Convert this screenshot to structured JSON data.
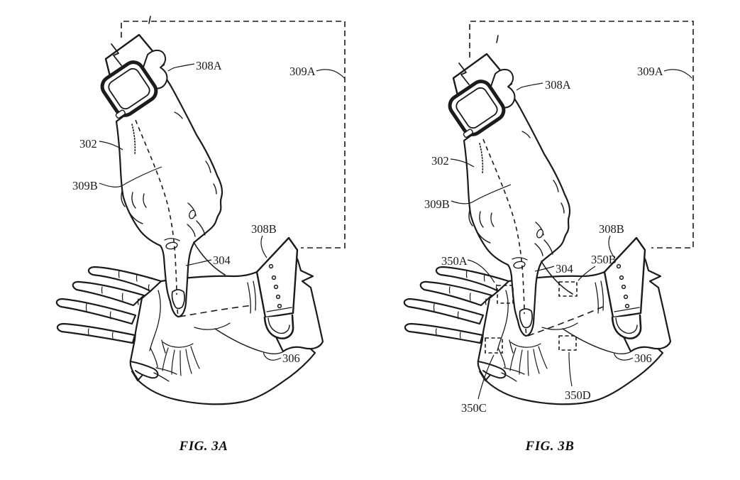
{
  "page": {
    "background": "#ffffff",
    "ink_color": "#1b1b1b"
  },
  "figures": [
    {
      "caption": "FIG. 3A",
      "labels": {
        "watch_band_upper": "308A",
        "sensing_boundary": "309A",
        "pointing_hand": "302",
        "pointing_axis": "309B",
        "index_finger": "304",
        "watch_band_lower": "308B",
        "receiving_hand": "306"
      }
    },
    {
      "caption": "FIG. 3B",
      "labels": {
        "watch_band_upper": "308A",
        "sensing_boundary": "309A",
        "pointing_hand": "302",
        "pointing_axis": "309B",
        "index_finger": "304",
        "watch_band_lower": "308B",
        "receiving_hand": "306",
        "target_region_a": "350A",
        "target_region_b": "350B",
        "target_region_c": "350C",
        "target_region_d": "350D"
      }
    }
  ]
}
